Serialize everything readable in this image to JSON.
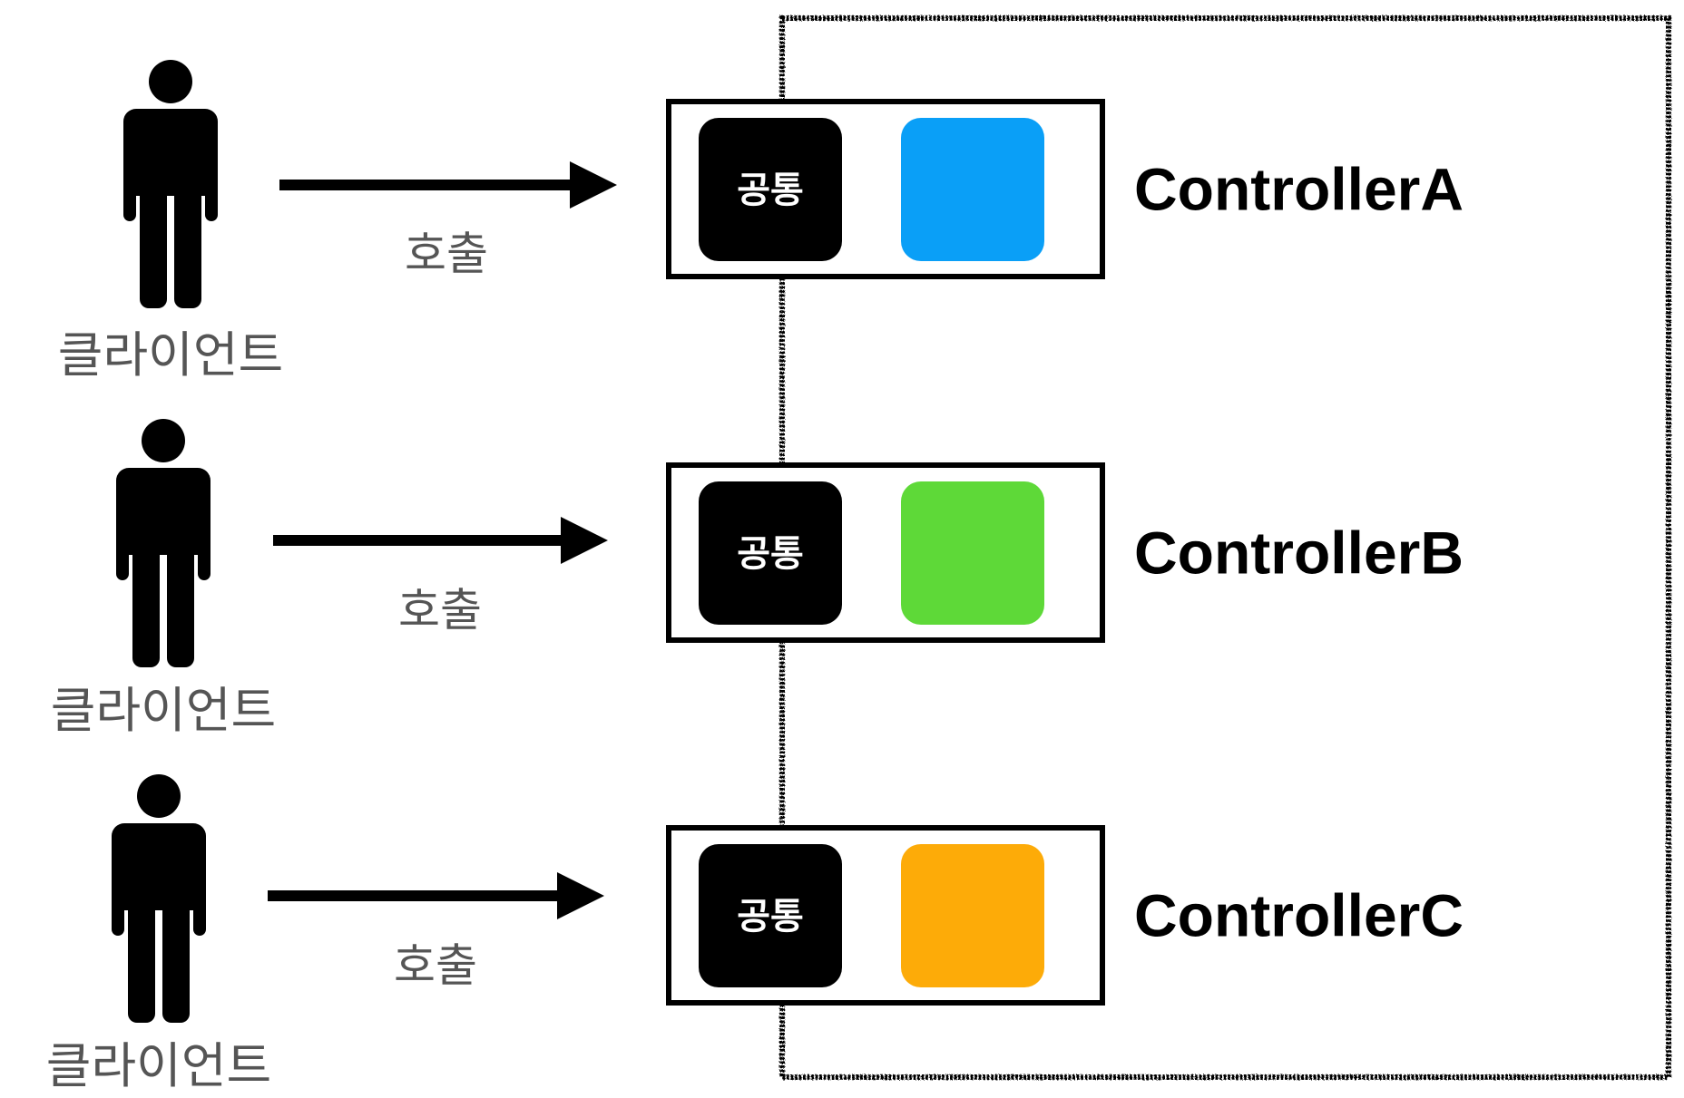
{
  "rows": [
    {
      "client_label": "클라이언트",
      "call_label": "호출",
      "common_label": "공통",
      "controller_name": "ControllerA",
      "controller_color": "#0a9ff7"
    },
    {
      "client_label": "클라이언트",
      "call_label": "호출",
      "common_label": "공통",
      "controller_name": "ControllerB",
      "controller_color": "#5ed938"
    },
    {
      "client_label": "클라이언트",
      "call_label": "호출",
      "common_label": "공통",
      "controller_name": "ControllerC",
      "controller_color": "#fdab08"
    }
  ],
  "colors": {
    "person": "#000000",
    "label_gray": "#555555",
    "common_box": "#000000"
  },
  "icons": {
    "client": "person-icon",
    "call": "arrow-right-icon"
  }
}
